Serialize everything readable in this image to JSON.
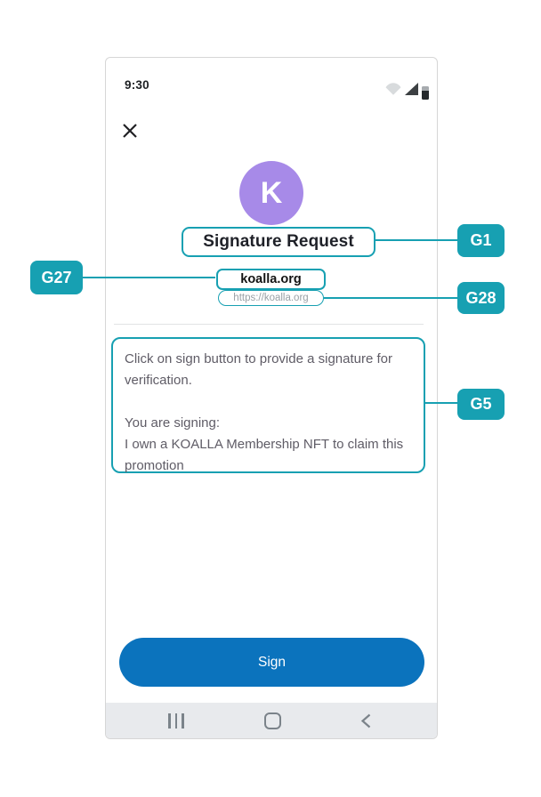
{
  "colors": {
    "teal": "#17a0b2",
    "button_blue": "#0b73bd",
    "avatar_purple": "#a78ae8"
  },
  "annotations": {
    "g1": {
      "label": "G1"
    },
    "g27": {
      "label": "G27"
    },
    "g28": {
      "label": "G28"
    },
    "g5": {
      "label": "G5"
    }
  },
  "phone": {
    "status_bar": {
      "time": "9:30"
    },
    "avatar_letter": "K",
    "title": "Signature Request",
    "site_name": "koalla.org",
    "site_url": "https://koalla.org",
    "message": "Click on sign button to provide a signature for verification.\n\nYou are signing:\nI own a KOALLA Membership NFT to claim this promotion",
    "sign_button_label": "Sign"
  }
}
